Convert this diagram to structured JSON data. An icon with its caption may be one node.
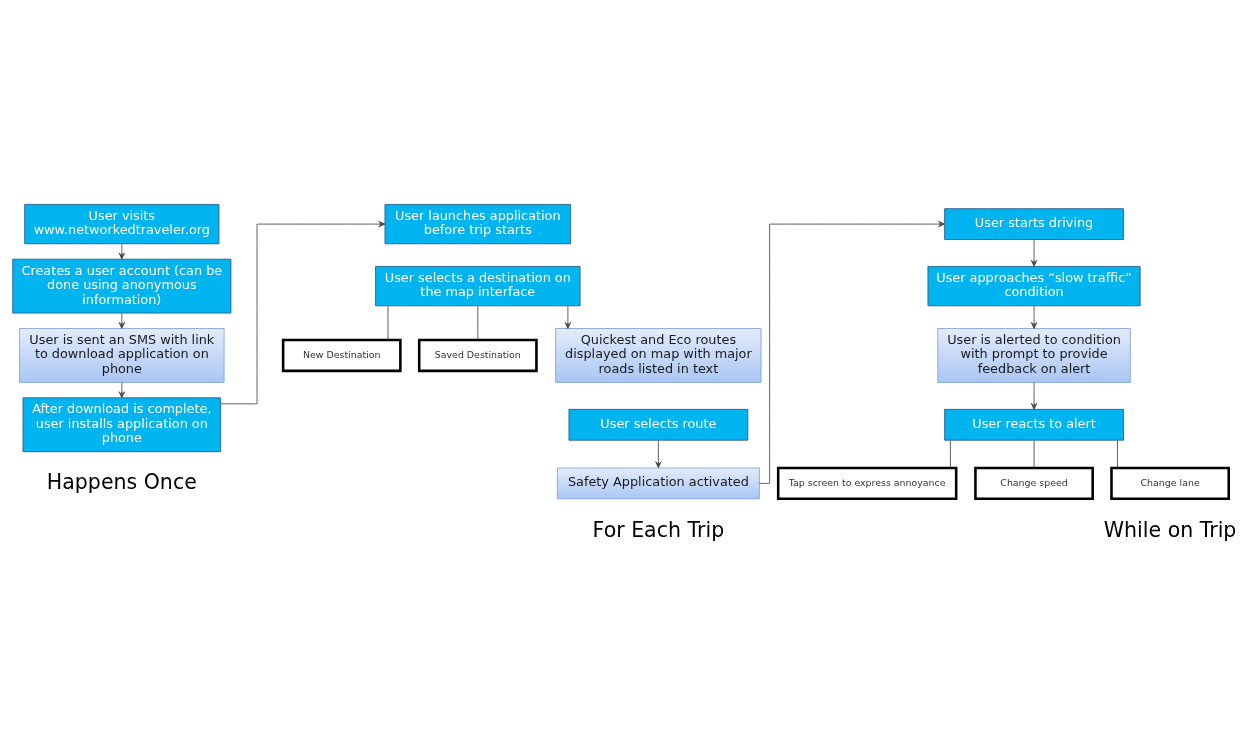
{
  "diagram": {
    "nodes": [
      {
        "text": [
          "User visits www.networkedtraveler.org"
        ]
      },
      {
        "text": [
          "Creates a user account (can be done using anonymous information)"
        ]
      },
      {
        "text": [
          "User is sent an SMS with link to download application on phone"
        ]
      },
      {
        "text": [
          "After download is complete, user installs application on phone"
        ]
      },
      {
        "text": [
          "User launches application before trip starts"
        ]
      },
      {
        "text": [
          "User selects a destination on the map interface"
        ]
      },
      {
        "text": [
          "New Destination"
        ]
      },
      {
        "text": [
          "Saved Destination"
        ]
      },
      {
        "text": [
          "Quickest and Eco routes displayed on map with major roads listed in text"
        ]
      },
      {
        "text": [
          "User selects route"
        ]
      },
      {
        "text": [
          "Safety Application activated"
        ]
      },
      {
        "text": [
          "User starts driving"
        ]
      },
      {
        "text": [
          "User approaches “slow traffic” condition"
        ]
      },
      {
        "text": [
          "User is alerted to condition with prompt to provide feedback on alert"
        ]
      },
      {
        "text": [
          "User reacts to alert"
        ]
      },
      {
        "text": [
          "Tap screen to express annoyance"
        ]
      },
      {
        "text": [
          "Change speed"
        ]
      },
      {
        "text": [
          "Change lane"
        ]
      }
    ],
    "edges": [
      {
        "from": 0,
        "to": 1,
        "arrow": "to"
      },
      {
        "from": 1,
        "to": 2,
        "arrow": "to"
      },
      {
        "from": 2,
        "to": 3,
        "arrow": "to"
      },
      {
        "from": 3,
        "to": 4,
        "arrow": "to"
      },
      {
        "from": 5,
        "to": 6,
        "arrow": "none"
      },
      {
        "from": 5,
        "to": 7,
        "arrow": "none"
      },
      {
        "from": 5,
        "to": 8,
        "arrow": "to"
      },
      {
        "from": 9,
        "to": 10,
        "arrow": "to"
      },
      {
        "from": 10,
        "to": 11,
        "arrow": "to"
      },
      {
        "from": 11,
        "to": 12,
        "arrow": "to"
      },
      {
        "from": 12,
        "to": 13,
        "arrow": "to"
      },
      {
        "from": 13,
        "to": 14,
        "arrow": "to"
      },
      {
        "from": 14,
        "to": 15,
        "arrow": "none"
      },
      {
        "from": 14,
        "to": 16,
        "arrow": "none"
      },
      {
        "from": 14,
        "to": 17,
        "arrow": "none"
      }
    ],
    "labels": [
      "While on Trip",
      "Happens Once",
      "For Each Trip"
    ]
  }
}
